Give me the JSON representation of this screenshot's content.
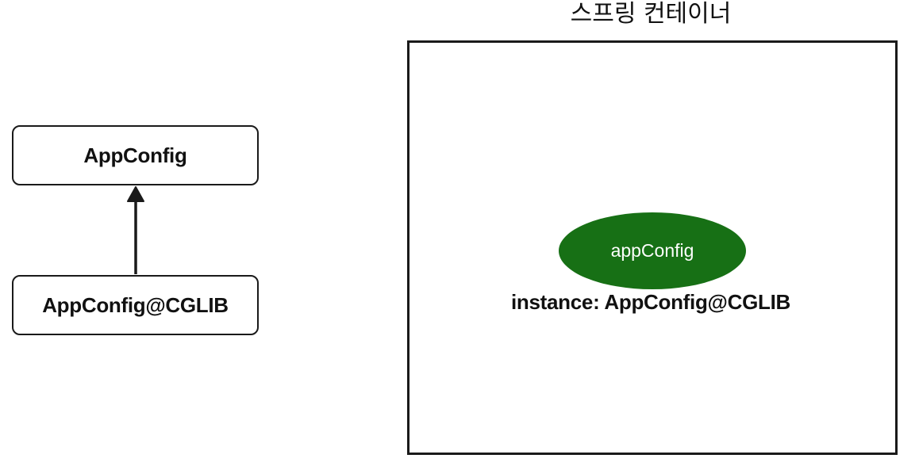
{
  "diagram": {
    "parent_class": {
      "label": "AppConfig"
    },
    "subclass": {
      "label": "AppConfig@CGLIB"
    },
    "relation": "inheritance-arrow",
    "container": {
      "title": "스프링 컨테이너",
      "bean": {
        "name": "appConfig",
        "instance_label": "instance: AppConfig@CGLIB",
        "fill_color": "#177015",
        "text_color": "#ffffff"
      }
    }
  }
}
